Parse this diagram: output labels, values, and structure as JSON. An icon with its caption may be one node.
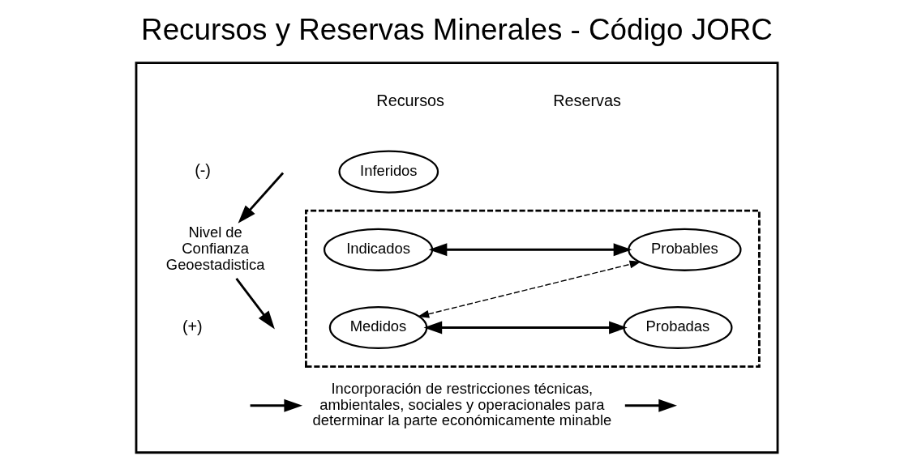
{
  "diagram": {
    "title": "Recursos y Reservas Minerales - Código JORC",
    "nodes": [
      {
        "text": [],
        "shape": "box"
      },
      {
        "text": [
          "Nivel de Confianza Geoestadistica"
        ],
        "in": 0
      },
      {
        "text": [],
        "shape": "box",
        "in": 0
      },
      {
        "text": [
          "Inferidos"
        ],
        "in": 0
      },
      {
        "text": [
          "Indicados"
        ],
        "in": 2
      },
      {
        "text": [
          "Probables"
        ],
        "in": 2
      },
      {
        "text": [
          "Medidos"
        ],
        "in": 2
      },
      {
        "text": [
          "Probadas"
        ],
        "in": 2
      },
      {
        "text": [
          "Incorporación de restricciones técnicas, ambientales, sociales y operacionales para determinar la parte económicamente minable"
        ],
        "in": 0
      }
    ],
    "edges": [
      {
        "from": null,
        "to": 1,
        "arrow": "to"
      },
      {
        "from": 1,
        "to": null,
        "arrow": "to"
      },
      {
        "from": 4,
        "to": 5,
        "arrow": "both"
      },
      {
        "from": 6,
        "to": 7,
        "arrow": "both"
      },
      {
        "from": 6,
        "to": 5,
        "arrow": "both",
        "style": "dashed"
      },
      {
        "from": null,
        "to": 8,
        "arrow": "to"
      },
      {
        "from": 8,
        "to": null,
        "arrow": "to"
      }
    ],
    "labels": [
      "Recursos",
      "Reservas",
      "(-)",
      "(+)"
    ]
  }
}
